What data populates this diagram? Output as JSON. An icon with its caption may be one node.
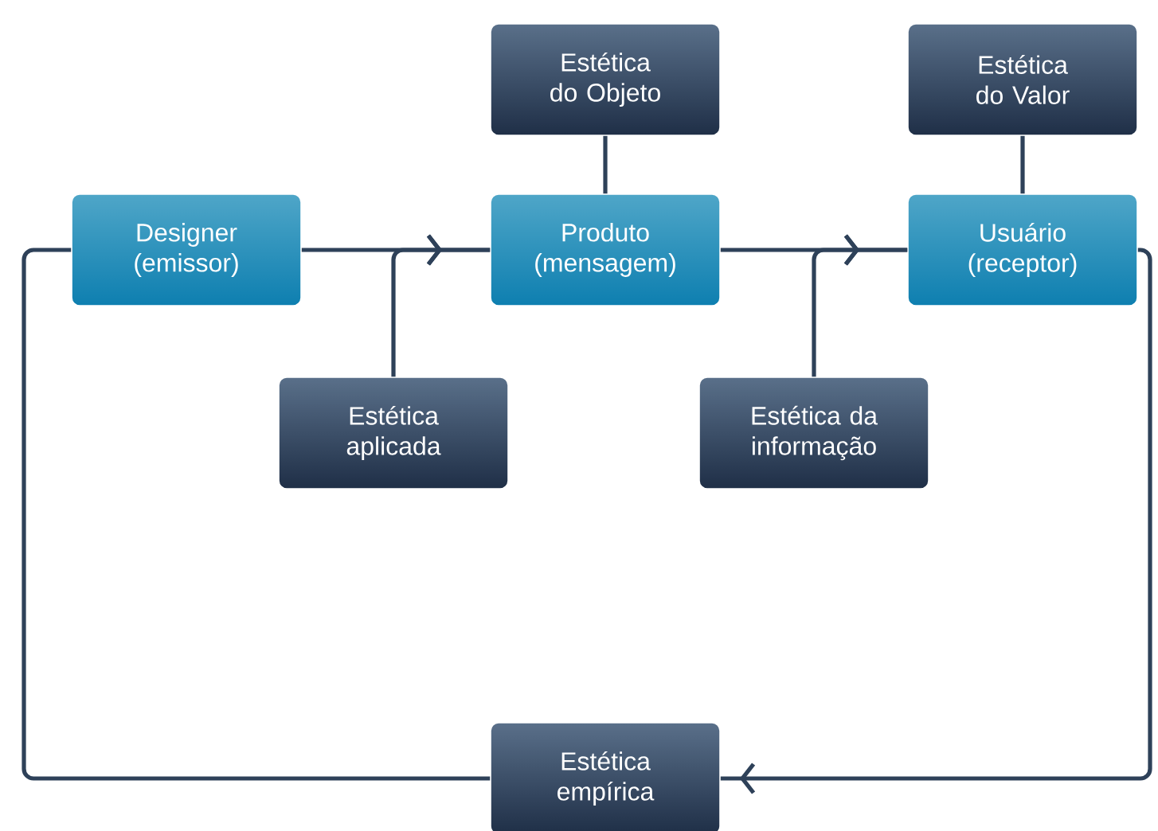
{
  "diagram": {
    "nodes": [
      {
        "text": [
          "Designer (emissor)"
        ]
      },
      {
        "text": [
          "Produto (mensagem)"
        ]
      },
      {
        "text": [
          "Usuário (receptor)"
        ]
      },
      {
        "text": [
          "Estética do Objeto"
        ]
      },
      {
        "text": [
          "Estética do Valor"
        ]
      },
      {
        "text": [
          "Estética aplicada"
        ]
      },
      {
        "text": [
          "Estética da informação"
        ]
      },
      {
        "text": [
          "Estética empírica"
        ]
      }
    ],
    "edges": [
      {
        "from": 0,
        "to": 1,
        "arrow": "to"
      },
      {
        "from": 1,
        "to": 2,
        "arrow": "to"
      },
      {
        "from": 5,
        "to": 1,
        "arrow": "to"
      },
      {
        "from": 6,
        "to": 2,
        "arrow": "to"
      },
      {
        "from": 3,
        "to": 1,
        "arrow": "none"
      },
      {
        "from": 4,
        "to": 2,
        "arrow": "none"
      },
      {
        "from": 2,
        "to": 7,
        "arrow": "to"
      },
      {
        "from": 7,
        "to": 0,
        "arrow": "none"
      }
    ]
  }
}
